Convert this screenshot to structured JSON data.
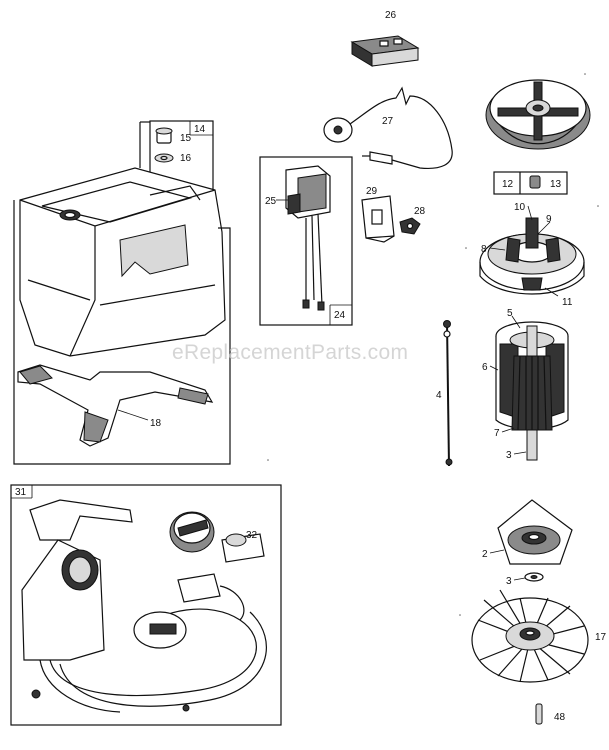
{
  "watermark": "eReplacementParts.com",
  "callouts": {
    "c26": "26",
    "c27": "27",
    "c14": "14",
    "c15": "15",
    "c16": "16",
    "c25": "25",
    "c24": "24",
    "c29": "29",
    "c28": "28",
    "c12": "12",
    "c13": "13",
    "c10": "10",
    "c9": "9",
    "c8": "8",
    "c11": "11",
    "c5": "5",
    "c6": "6",
    "c4": "4",
    "c7": "7",
    "c3a": "3",
    "c18": "18",
    "c31": "31",
    "c32": "32",
    "c2": "2",
    "c3b": "3",
    "c17": "17",
    "c48": "48"
  }
}
